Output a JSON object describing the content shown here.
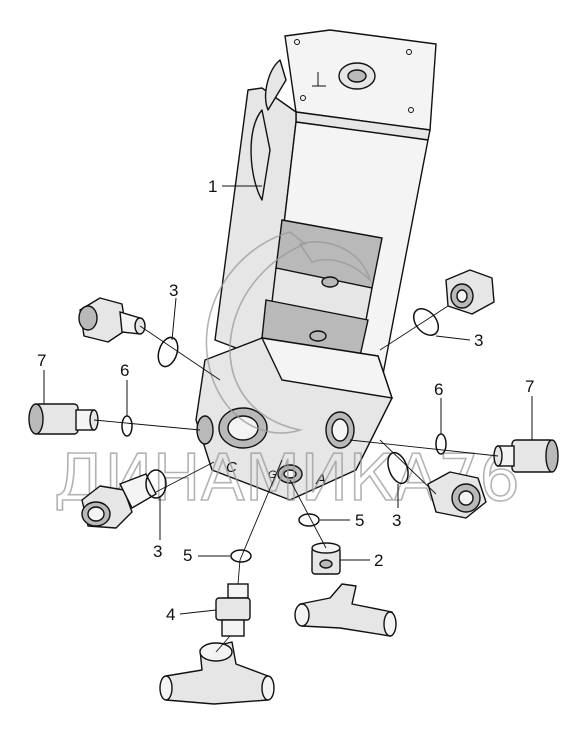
{
  "diagram": {
    "watermark": "ДИНАМИКА76",
    "port_labels": {
      "c": "C",
      "g": "G",
      "a": "A"
    },
    "callouts": [
      {
        "id": "c1",
        "text": "1"
      },
      {
        "id": "c2",
        "text": "2"
      },
      {
        "id": "c3a",
        "text": "3"
      },
      {
        "id": "c3b",
        "text": "3"
      },
      {
        "id": "c3c",
        "text": "3"
      },
      {
        "id": "c3d",
        "text": "3"
      },
      {
        "id": "c4",
        "text": "4"
      },
      {
        "id": "c5a",
        "text": "5"
      },
      {
        "id": "c5b",
        "text": "5"
      },
      {
        "id": "c6a",
        "text": "6"
      },
      {
        "id": "c6b",
        "text": "6"
      },
      {
        "id": "c7a",
        "text": "7"
      },
      {
        "id": "c7b",
        "text": "7"
      }
    ]
  }
}
